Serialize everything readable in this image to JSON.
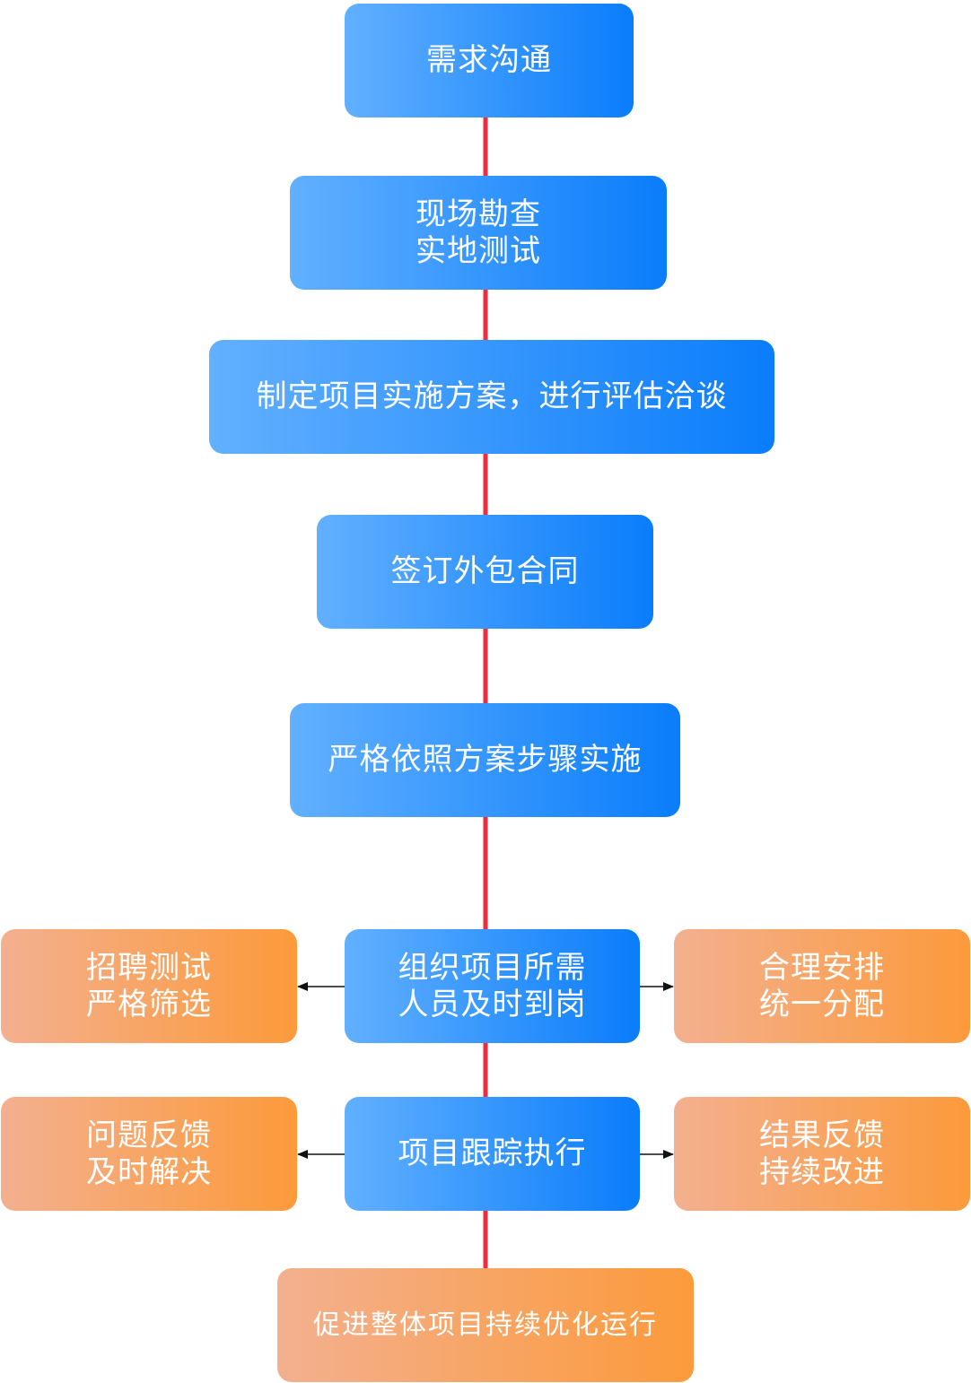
{
  "colors": {
    "connector": "#ee2c3c",
    "arrow": "#111111",
    "blue_start": "#62b0ff",
    "blue_end": "#0a7dfb",
    "orange_start": "#f3b08f",
    "orange_end": "#fc9a3b"
  },
  "steps": [
    {
      "lines": [
        "需求沟通"
      ]
    },
    {
      "lines": [
        "现场勘查",
        "实地测试"
      ]
    },
    {
      "lines": [
        "制定项目实施方案，进行评估洽谈"
      ]
    },
    {
      "lines": [
        "签订外包合同"
      ]
    },
    {
      "lines": [
        "严格依照方案步骤实施"
      ]
    },
    {
      "lines": [
        "组织项目所需",
        "人员及时到岗"
      ]
    },
    {
      "lines": [
        "项目跟踪执行"
      ]
    }
  ],
  "side_nodes": {
    "recruit": {
      "lines": [
        "招聘测试",
        "严格筛选"
      ]
    },
    "arrange": {
      "lines": [
        "合理安排",
        "统一分配"
      ]
    },
    "problem": {
      "lines": [
        "问题反馈",
        "及时解决"
      ]
    },
    "result": {
      "lines": [
        "结果反馈",
        "持续改进"
      ]
    }
  },
  "final": {
    "label": "促进整体项目持续优化运行"
  }
}
